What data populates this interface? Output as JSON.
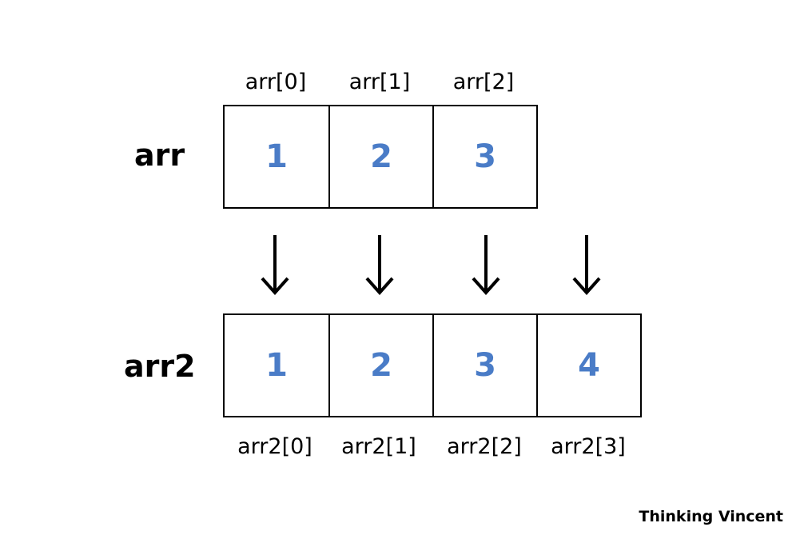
{
  "colors": {
    "value_text": "#4a7cc7",
    "border": "#000000",
    "label_text": "#000000"
  },
  "source_array": {
    "name": "arr",
    "indices": [
      "arr[0]",
      "arr[1]",
      "arr[2]"
    ],
    "values": [
      "1",
      "2",
      "3"
    ]
  },
  "target_array": {
    "name": "arr2",
    "indices": [
      "arr2[0]",
      "arr2[1]",
      "arr2[2]",
      "arr2[3]"
    ],
    "values": [
      "1",
      "2",
      "3",
      "4"
    ]
  },
  "arrows": [
    "down-arrow-icon",
    "down-arrow-icon",
    "down-arrow-icon",
    "down-arrow-icon"
  ],
  "watermark": "Thinking Vincent"
}
